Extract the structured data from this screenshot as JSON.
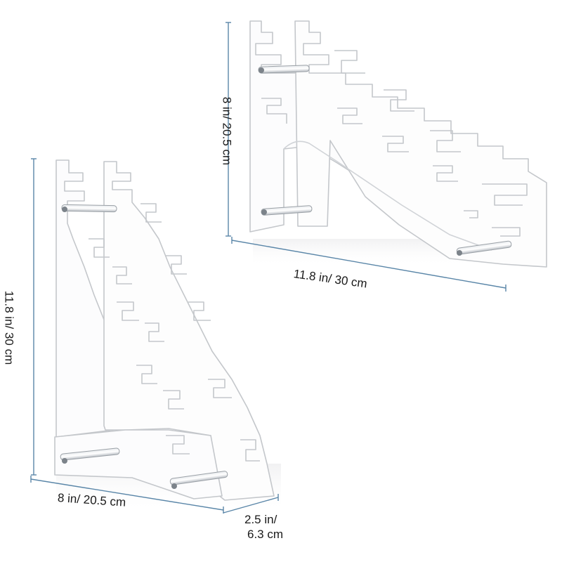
{
  "colors": {
    "acrylic_edge": "#c9ccd0",
    "acrylic_fill": "#fbfbfc",
    "dimension_line": "#5a86a8",
    "text": "#1a1a1a",
    "background": "#ffffff"
  },
  "top_stand": {
    "height_label": "8 in/ 20.5 cm",
    "length_label": "11.8 in/ 30 cm"
  },
  "left_stand": {
    "height_label": "11.8 in/ 30 cm",
    "width_label": "8 in/ 20.5 cm",
    "depth_label_line1": "2.5 in/",
    "depth_label_line2": "6.3 cm"
  }
}
